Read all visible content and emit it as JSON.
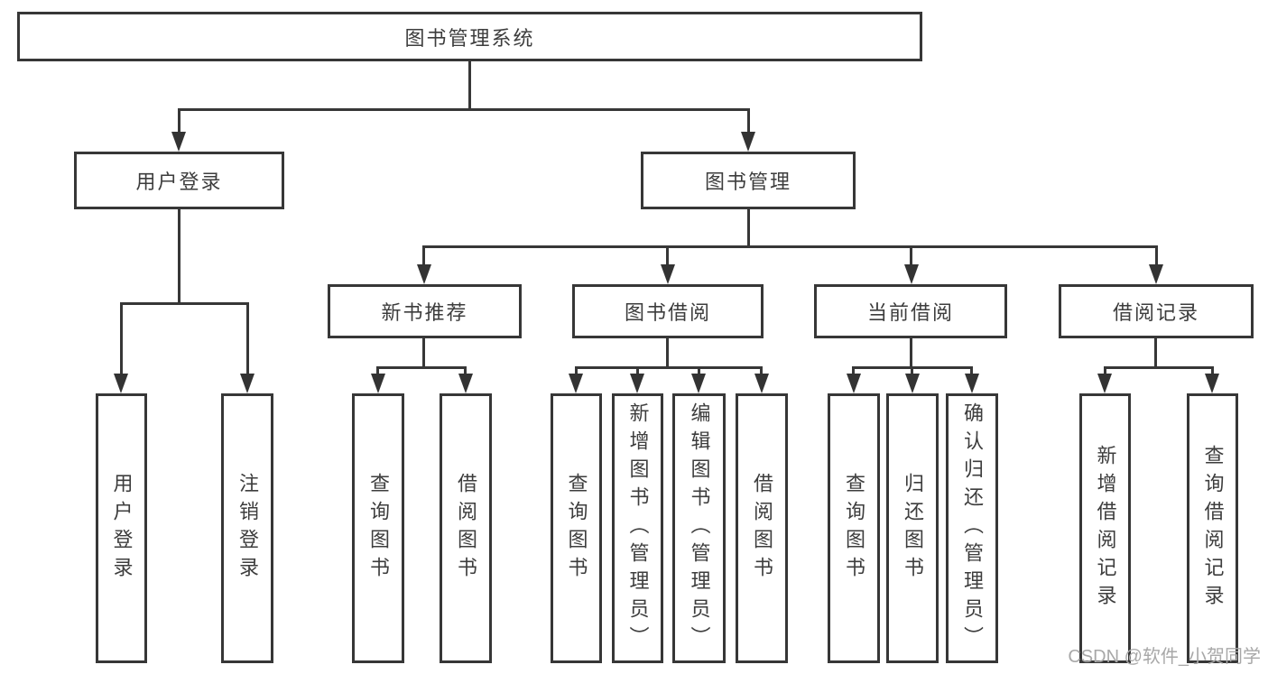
{
  "diagram": {
    "title": "图书管理系统",
    "branches": [
      {
        "label": "用户登录",
        "children": [
          {
            "label": "用户登录"
          },
          {
            "label": "注销登录"
          }
        ]
      },
      {
        "label": "图书管理",
        "children": [
          {
            "label": "新书推荐",
            "children": [
              {
                "label": "查询图书"
              },
              {
                "label": "借阅图书"
              }
            ]
          },
          {
            "label": "图书借阅",
            "children": [
              {
                "label": "查询图书"
              },
              {
                "label": "新增图书（管理员）"
              },
              {
                "label": "编辑图书（管理员）"
              },
              {
                "label": "借阅图书"
              }
            ]
          },
          {
            "label": "当前借阅",
            "children": [
              {
                "label": "查询图书"
              },
              {
                "label": "归还图书"
              },
              {
                "label": "确认归还（管理员）"
              }
            ]
          },
          {
            "label": "借阅记录",
            "children": [
              {
                "label": "新增借阅记录"
              },
              {
                "label": "查询借阅记录"
              }
            ]
          }
        ]
      }
    ]
  },
  "colors": {
    "line": "#373737",
    "border": "#373737",
    "text": "#3d3d3d",
    "watermark": "#a8a8a8",
    "background": "#ffffff"
  },
  "watermark": {
    "text": "CSDN @软件_小贺同学"
  }
}
